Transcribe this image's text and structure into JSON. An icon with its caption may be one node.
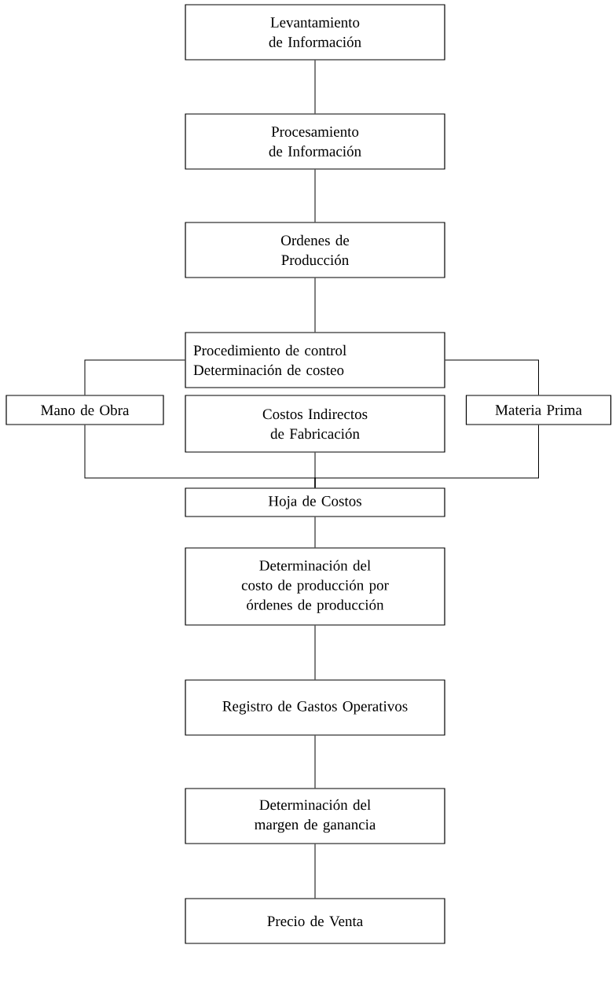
{
  "diagram": {
    "nodes": [
      {
        "text": [
          "Levantamiento de Información"
        ]
      },
      {
        "text": [
          "Procesamiento de Información"
        ]
      },
      {
        "text": [
          "Ordenes de Producción"
        ]
      },
      {
        "text": [
          "Procedimiento de control Determinación de costeo"
        ]
      },
      {
        "text": [
          "Mano de Obra"
        ]
      },
      {
        "text": [
          "Costos Indirectos de Fabricación"
        ]
      },
      {
        "text": [
          "Materia Prima"
        ]
      },
      {
        "text": [
          "Hoja de Costos"
        ]
      },
      {
        "text": [
          "Determinación del costo de producción por órdenes de producción"
        ]
      },
      {
        "text": [
          "Registro de Gastos Operativos"
        ]
      },
      {
        "text": [
          "Determinación del margen de ganancia"
        ]
      },
      {
        "text": [
          "Precio de Venta"
        ]
      }
    ],
    "edges": [
      {
        "from": 0,
        "to": 1,
        "arrow": "none"
      },
      {
        "from": 1,
        "to": 2,
        "arrow": "none"
      },
      {
        "from": 2,
        "to": 3,
        "arrow": "none"
      },
      {
        "from": 3,
        "to": 4,
        "arrow": "none"
      },
      {
        "from": 3,
        "to": 6,
        "arrow": "none"
      },
      {
        "from": 4,
        "to": 7,
        "arrow": "none"
      },
      {
        "from": 5,
        "to": 7,
        "arrow": "none"
      },
      {
        "from": 6,
        "to": 7,
        "arrow": "none"
      },
      {
        "from": 7,
        "to": 8,
        "arrow": "none"
      },
      {
        "from": 8,
        "to": 9,
        "arrow": "none"
      },
      {
        "from": 9,
        "to": 10,
        "arrow": "none"
      },
      {
        "from": 10,
        "to": 11,
        "arrow": "none"
      }
    ]
  }
}
